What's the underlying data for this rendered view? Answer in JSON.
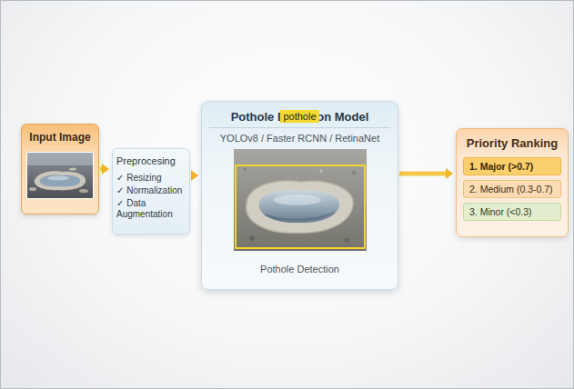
{
  "diagram": {
    "nodes": [
      {
        "text": [
          "Input Image"
        ]
      },
      {
        "text": [
          "Preprocesing",
          "✓ Resizing",
          "✓ Normalization",
          "✓ Data Augmentation"
        ]
      },
      {
        "text": [
          "Pothole Detection Model",
          "YOLOv8 / Faster RCNN / RetinaNet",
          "Pothole Detection"
        ]
      },
      {
        "text": [
          "pothole"
        ],
        "in": 2
      },
      {
        "text": [
          "Priority Ranking"
        ]
      },
      {
        "text": [
          "1. Major (>0.7)"
        ],
        "in": 4
      },
      {
        "text": [
          "2. Medium (0.3-0.7)"
        ],
        "in": 4
      },
      {
        "text": [
          "3. Minor (<0.3)"
        ],
        "in": 4
      }
    ],
    "edges": [
      {
        "from": 0,
        "to": 1,
        "arrow": "to"
      },
      {
        "from": 1,
        "to": 2,
        "arrow": "to"
      },
      {
        "from": 2,
        "to": 4,
        "arrow": "to"
      }
    ]
  }
}
